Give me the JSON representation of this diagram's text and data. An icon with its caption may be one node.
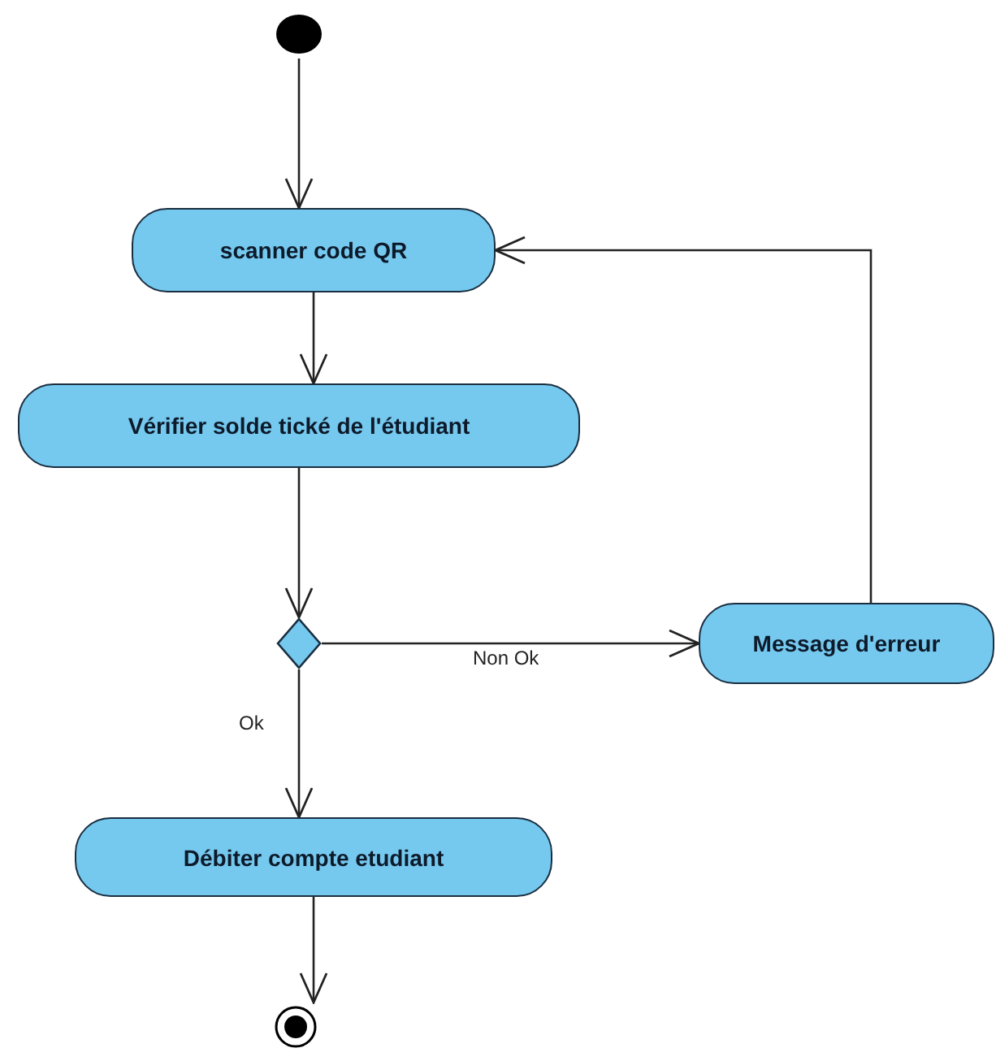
{
  "diagram": {
    "nodes": [
      {
        "text": [],
        "shape": "circle"
      },
      {
        "text": [
          "scanner code QR"
        ]
      },
      {
        "text": [
          "Vérifier solde tické de l'étudiant"
        ]
      },
      {
        "text": [],
        "shape": "diamond"
      },
      {
        "text": [
          "Message d'erreur"
        ]
      },
      {
        "text": [
          "Débiter compte etudiant"
        ]
      },
      {
        "text": [],
        "shape": "bullseye"
      }
    ],
    "edges": [
      {
        "from": 0,
        "to": 1,
        "arrow": "to"
      },
      {
        "from": 1,
        "to": 2,
        "arrow": "to"
      },
      {
        "from": 2,
        "to": 3,
        "arrow": "to"
      },
      {
        "from": 3,
        "to": 4,
        "arrow": "to",
        "label": "Non Ok"
      },
      {
        "from": 3,
        "to": 5,
        "arrow": "to",
        "label": "Ok"
      },
      {
        "from": 4,
        "to": 1,
        "arrow": "to"
      },
      {
        "from": 5,
        "to": 6,
        "arrow": "to"
      }
    ]
  }
}
